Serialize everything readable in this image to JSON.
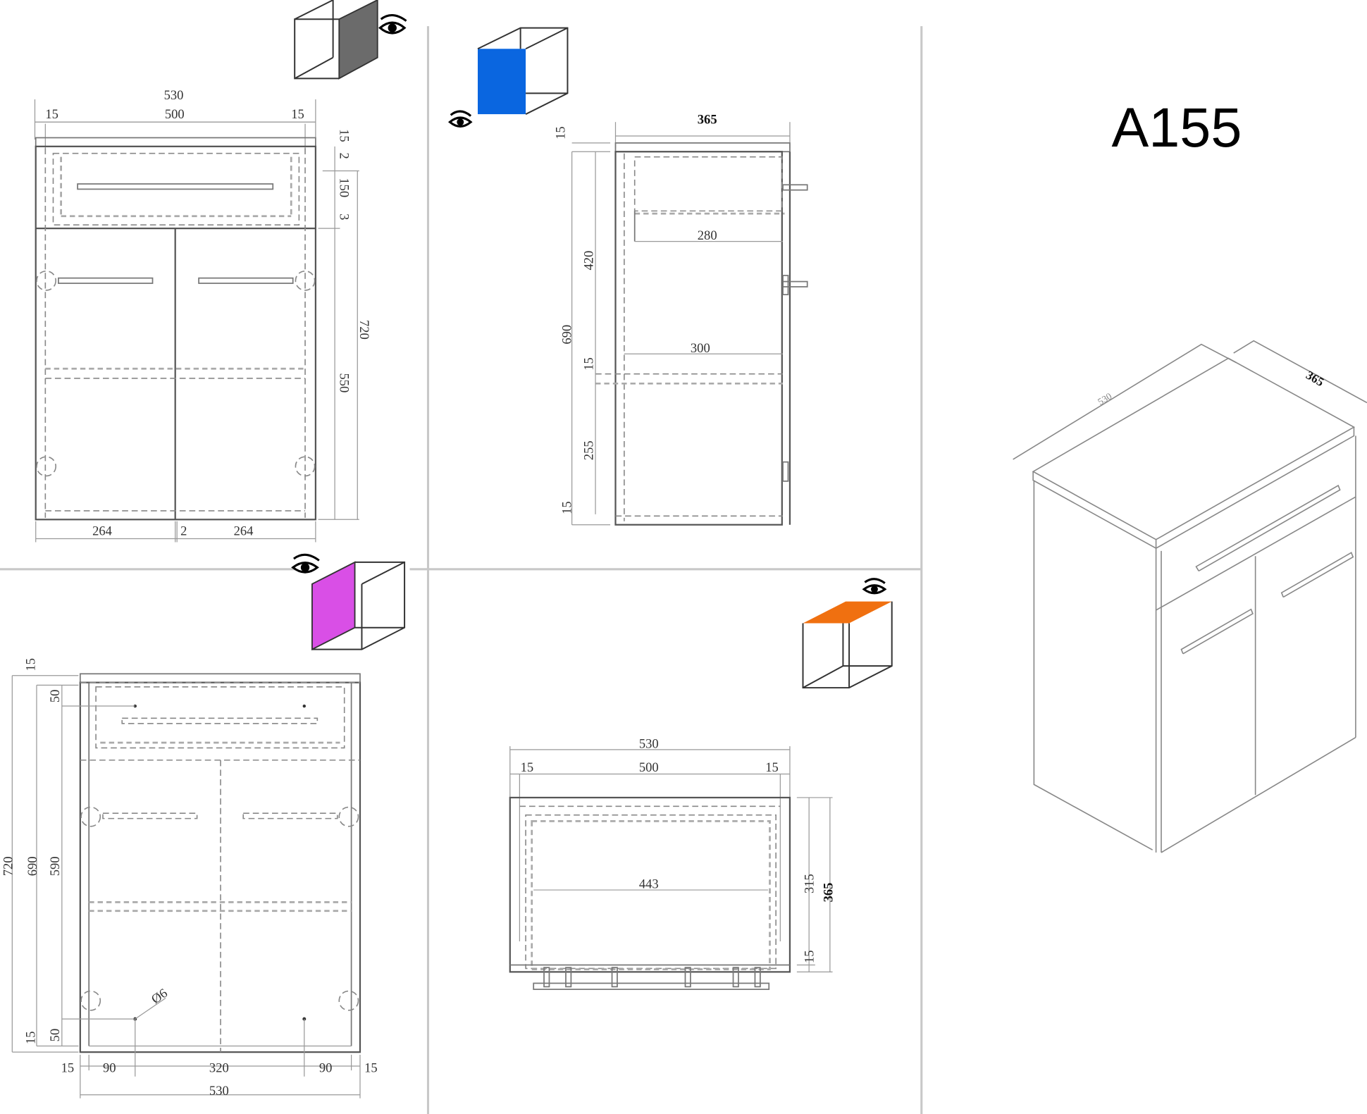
{
  "title": "A155",
  "colors": {
    "view_front": "#6b6b6b",
    "view_side": "#0a66e0",
    "view_back": "#d94fe6",
    "view_top": "#f07010"
  },
  "views": {
    "front": {
      "overall_width": "530",
      "left_side": "15",
      "inner_width": "500",
      "right_side": "15",
      "top_thickness": "15",
      "gap_top": "2",
      "drawer_height": "150",
      "gap_mid": "3",
      "total_height": "720",
      "door_height": "550",
      "door_left": "264",
      "door_gap": "2",
      "door_right": "264"
    },
    "side": {
      "depth": "365",
      "top_thickness": "15",
      "drawer_depth": "280",
      "upper_height": "420",
      "body_height": "690",
      "shelf_depth": "300",
      "shelf_thickness": "15",
      "lower_height": "255",
      "bottom_thickness": "15"
    },
    "back": {
      "top_thickness": "15",
      "hole_top_offset": "50",
      "total_height": "720",
      "body_height": "690",
      "hole_spacing_v": "590",
      "hole_bottom_offset": "50",
      "bottom_thickness": "15",
      "hole_diameter": "Ø6",
      "left_side": "15",
      "hole_left": "90",
      "hole_spacing_h": "320",
      "hole_right": "90",
      "right_side": "15",
      "overall_width": "530"
    },
    "top": {
      "overall_width": "530",
      "left_side": "15",
      "inner_width": "500",
      "right_side": "15",
      "drawer_inner_width": "443",
      "inner_depth": "315",
      "depth": "365",
      "front_thickness": "15"
    },
    "isometric": {
      "width": "530",
      "depth": "365"
    }
  },
  "icons": {
    "eye": "eye-icon",
    "cube": "view-cube-icon"
  }
}
